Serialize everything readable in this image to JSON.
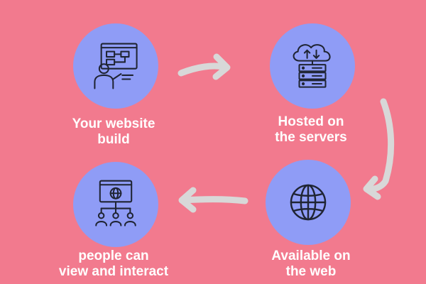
{
  "theme": {
    "background": "#f27a8e",
    "node_fill": "#8f9cf6",
    "icon_stroke": "#1f2433",
    "arrow_color": "#d8d8d8",
    "text_color": "#ffffff"
  },
  "nodes": [
    {
      "icon": "developer-at-screen-icon",
      "label_lines": [
        "Your website",
        "build"
      ]
    },
    {
      "icon": "cloud-server-icon",
      "label_lines": [
        "Hosted on",
        "the servers"
      ]
    },
    {
      "icon": "globe-icon",
      "label_lines": [
        "Available on",
        "the web"
      ]
    },
    {
      "icon": "network-users-icon",
      "label_lines": [
        "people can",
        "view and interact"
      ]
    }
  ],
  "arrows": [
    {
      "from": "Your website build",
      "to": "Hosted on the servers"
    },
    {
      "from": "Hosted on the servers",
      "to": "Available on the web"
    },
    {
      "from": "Available on the web",
      "to": "people can view and interact"
    }
  ]
}
